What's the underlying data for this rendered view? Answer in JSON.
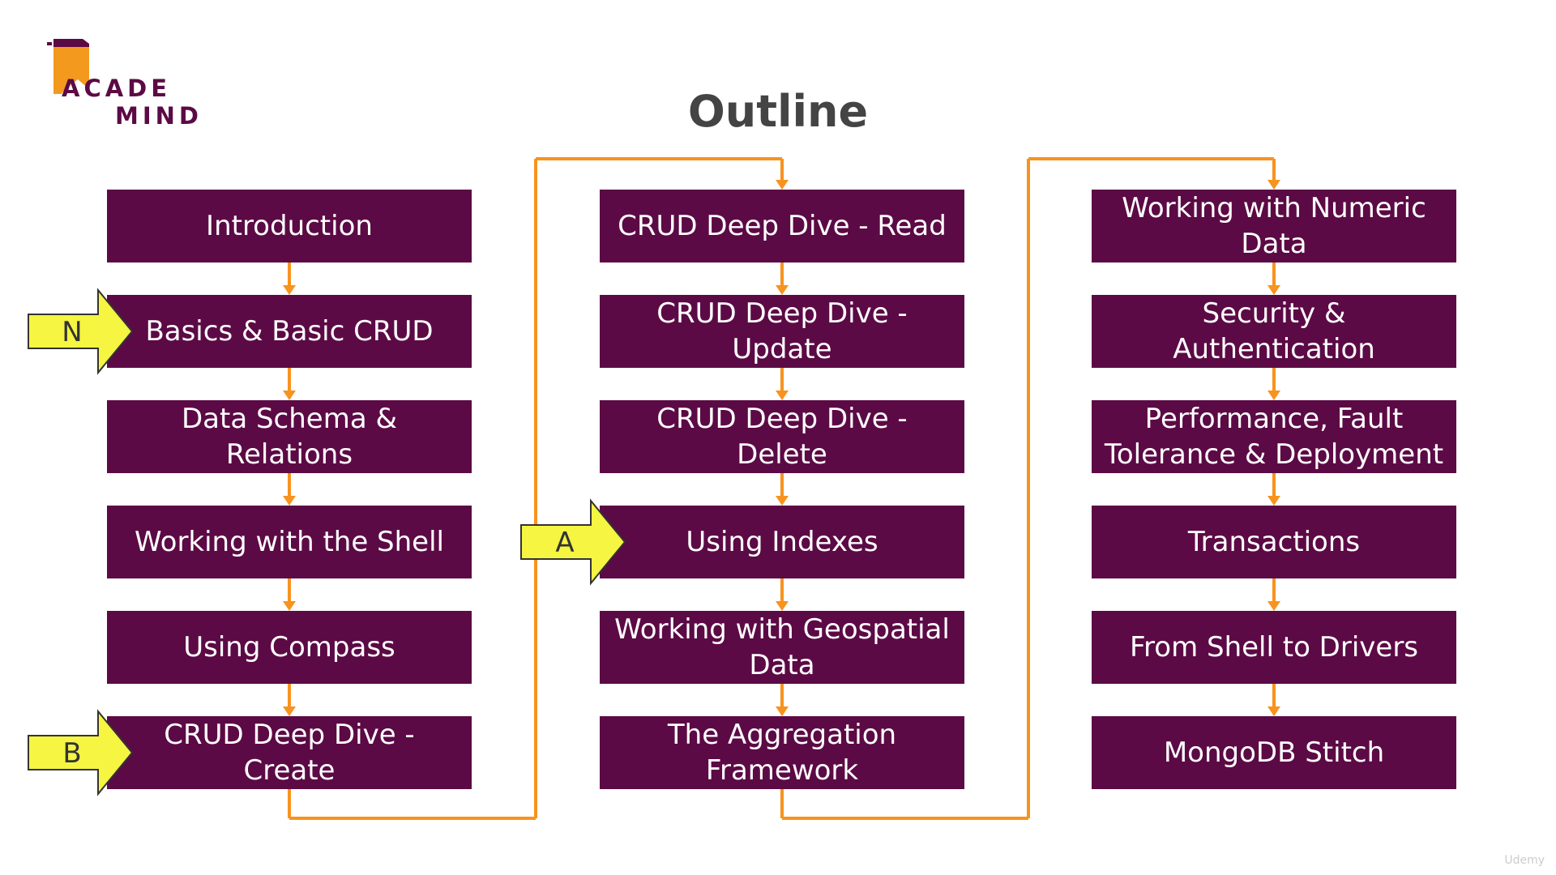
{
  "logo": {
    "line1": "ACADE",
    "line2": "MIND"
  },
  "title": "Outline",
  "columns": [
    [
      "Introduction",
      "Basics & Basic CRUD",
      "Data Schema & Relations",
      "Working with the Shell",
      "Using Compass",
      "CRUD Deep Dive - Create"
    ],
    [
      "CRUD Deep Dive - Read",
      "CRUD Deep Dive - Update",
      "CRUD Deep Dive - Delete",
      "Using Indexes",
      "Working with Geospatial Data",
      "The Aggregation Framework"
    ],
    [
      "Working with Numeric Data",
      "Security & Authentication",
      "Performance, Fault Tolerance & Deployment",
      "Transactions",
      "From Shell to Drivers",
      "MongoDB Stitch"
    ]
  ],
  "markers": [
    {
      "letter": "N",
      "points_to": "Basics & Basic CRUD"
    },
    {
      "letter": "B",
      "points_to": "CRUD Deep Dive - Create"
    },
    {
      "letter": "A",
      "points_to": "Using Indexes"
    }
  ],
  "watermark": "Udemy",
  "colors": {
    "box": "#5c0a45",
    "connector": "#f7931e",
    "marker": "#f5f542",
    "title": "#444444",
    "logo_orange": "#f39a1e"
  }
}
